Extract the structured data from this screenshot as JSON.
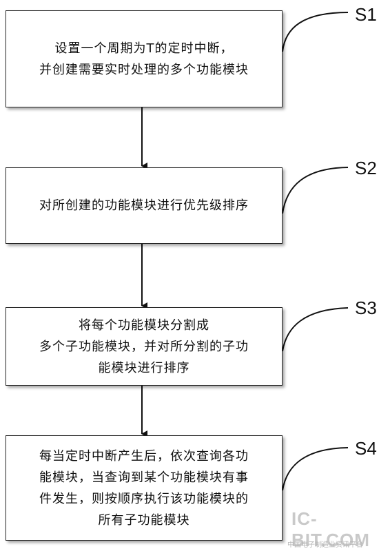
{
  "steps": [
    {
      "label": "S1",
      "text": "设置一个周期为T的定时中断，\n并创建需要实时处理的多个功能模块"
    },
    {
      "label": "S2",
      "text": "对所创建的功能模块进行优先级排序"
    },
    {
      "label": "S3",
      "text": "将每个功能模块分割成\n多个子功能模块，并对所分割的子功\n能模块进行排序"
    },
    {
      "label": "S4",
      "text": "每当定时中断产生后，依次查询各功\n能模块，当查询到某个功能模块有事\n件发生，则按顺序执行该功能模块的\n所有子功能模块"
    }
  ],
  "watermark": {
    "main": "IC-BIT.COM",
    "sub": "中国电子制造业资讯平台"
  }
}
